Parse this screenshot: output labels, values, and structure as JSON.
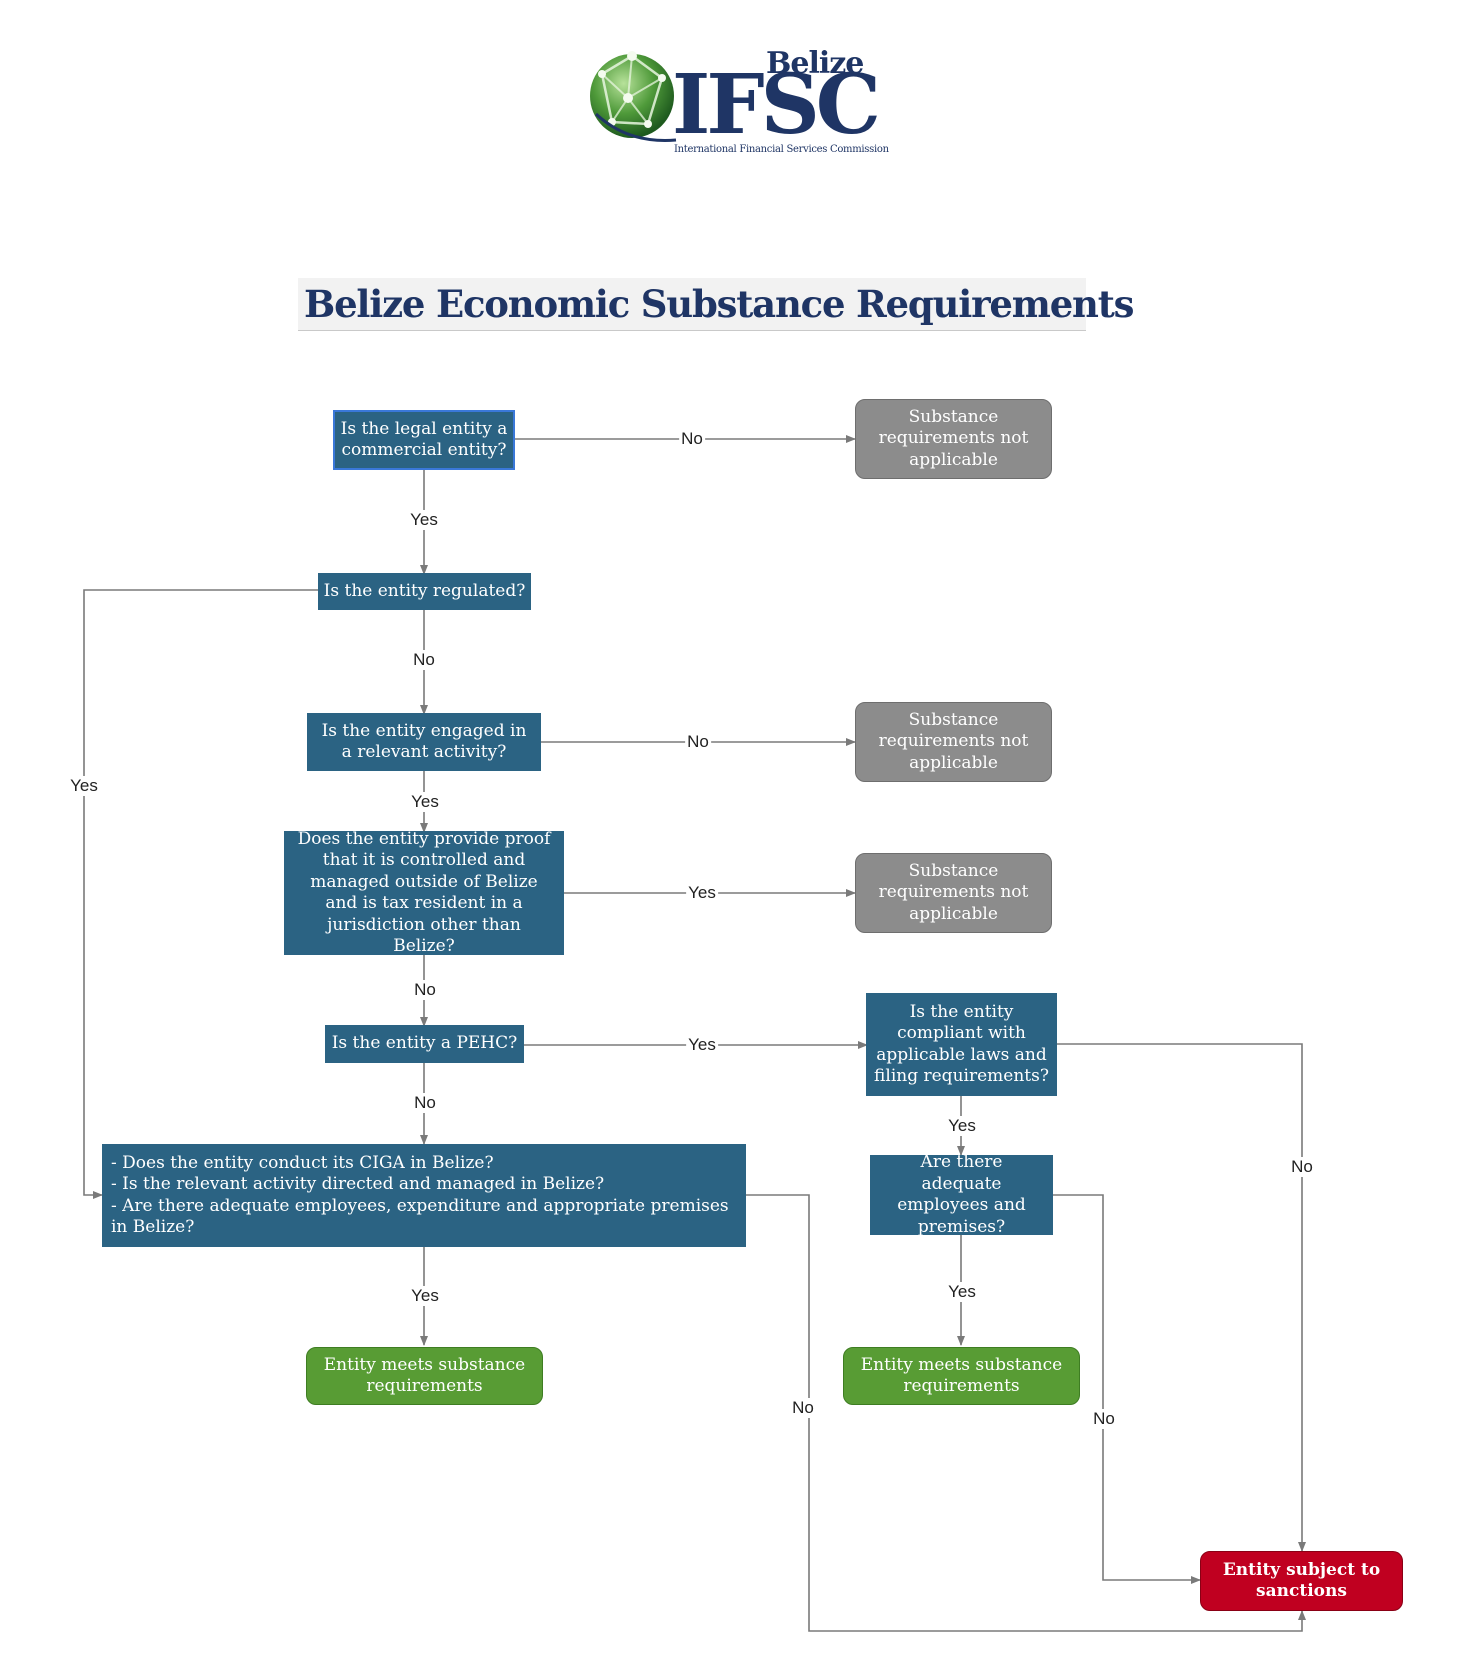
{
  "logo": {
    "belize": "Belize",
    "ifsc": "IFSC",
    "subtitle": "International Financial Services Commission"
  },
  "title": "Belize Economic Substance Requirements",
  "nodes": {
    "q_commercial": "Is the legal entity a commercial entity?",
    "q_regulated": "Is the entity regulated?",
    "q_relevant": "Is the entity engaged in a relevant activity?",
    "q_outside": "Does the entity provide proof that it is controlled and managed outside of Belize and is tax resident in a jurisdiction other than Belize?",
    "q_pehc": "Is the entity a PEHC?",
    "q_ciga_1": "- Does the entity conduct its CIGA in Belize?",
    "q_ciga_2": "- Is the relevant activity directed and managed in Belize?",
    "q_ciga_3": "- Are there adequate employees, expenditure and appropriate premises in Belize?",
    "q_compliant": "Is the entity compliant with applicable laws and filing requirements?",
    "q_adequate": "Are there adequate employees and premises?",
    "na_1": "Substance requirements not applicable",
    "na_2": "Substance requirements not applicable",
    "na_3": "Substance requirements not applicable",
    "meets_1": "Entity meets substance requirements",
    "meets_2": "Entity meets substance requirements",
    "sanctions": "Entity subject to sanctions"
  },
  "edges": {
    "commercial_no": "No",
    "commercial_yes": "Yes",
    "regulated_yes": "Yes",
    "regulated_no": "No",
    "relevant_no": "No",
    "relevant_yes": "Yes",
    "outside_yes": "Yes",
    "outside_no": "No",
    "pehc_yes": "Yes",
    "pehc_no": "No",
    "ciga_yes": "Yes",
    "ciga_no": "No",
    "compliant_yes": "Yes",
    "compliant_no": "No",
    "adequate_yes": "Yes",
    "adequate_no": "No"
  },
  "colors": {
    "question": "#2b6383",
    "not_applicable": "#8c8c8c",
    "meets": "#589c34",
    "sanctions": "#c00020",
    "title": "#1f3565"
  }
}
